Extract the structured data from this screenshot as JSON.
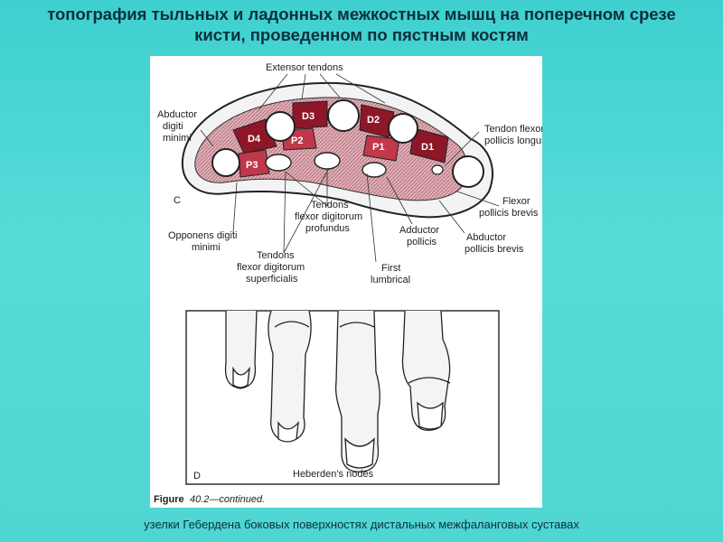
{
  "slide": {
    "title_line1": "топография тыльных и ладонных межкостных мышц на поперечном срезе",
    "title_line2": "кисти, проведенном по пястным костям",
    "caption": "узелки Гебердена боковых поверхностях дистальных межфаланговых суставах"
  },
  "figure": {
    "panel_c_letter": "C",
    "panel_d_letter": "D",
    "figure_number": "Figure",
    "figure_ref": "40.2—continued.",
    "panel_d_label": "Heberden’s nodes",
    "muscles": {
      "d1": "D1",
      "d2": "D2",
      "d3": "D3",
      "d4": "D4",
      "p1": "P1",
      "p2": "P2",
      "p3": "P3"
    },
    "labels": {
      "extensor_tendons": "Extensor tendons",
      "abductor_digiti_minimi_1": "Abductor",
      "abductor_digiti_minimi_2": "digiti",
      "abductor_digiti_minimi_3": "minimi",
      "tendon_flexor_pollicis_longus_1": "Tendon flexor",
      "tendon_flexor_pollicis_longus_2": "pollicis longus",
      "flexor_pollicis_brevis_1": "Flexor",
      "flexor_pollicis_brevis_2": "pollicis brevis",
      "abductor_pollicis_brevis_1": "Abductor",
      "abductor_pollicis_brevis_2": "pollicis brevis",
      "adductor_pollicis_1": "Adductor",
      "adductor_pollicis_2": "pollicis",
      "tendons_fdp_1": "Tendons",
      "tendons_fdp_2": "flexor digitorum",
      "tendons_fdp_3": "profundus",
      "opponens_digiti_minimi_1": "Opponens digiti",
      "opponens_digiti_minimi_2": "minimi",
      "tendons_fds_1": "Tendons",
      "tendons_fds_2": "flexor digitorum",
      "tendons_fds_3": "superficialis",
      "first_lumbrical_1": "First",
      "first_lumbrical_2": "lumbrical"
    }
  },
  "colors": {
    "dorsal_muscle": "#8e1727",
    "palmar_muscle": "#c0384a",
    "muscle_tissue": "#d9a4ac"
  }
}
